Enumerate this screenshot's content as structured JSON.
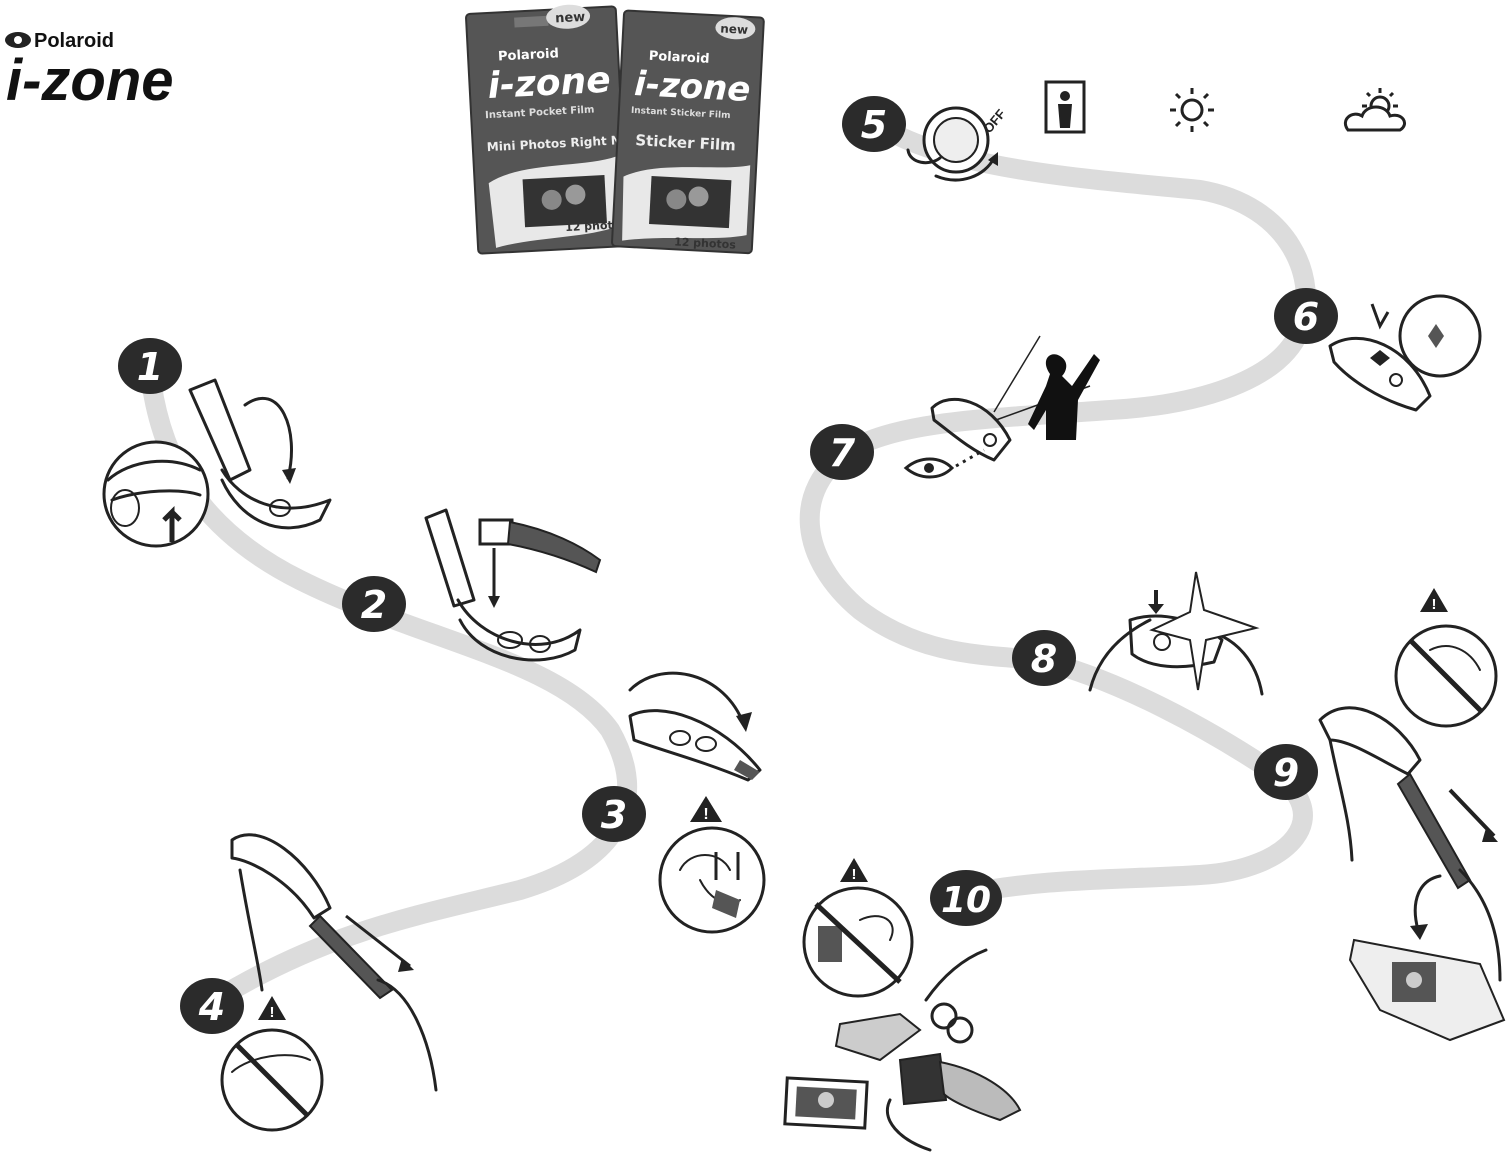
{
  "logo": {
    "brand": "Polaroid",
    "product": "i-zone"
  },
  "film_packs": [
    {
      "brand": "Polaroid",
      "product": "i-zone",
      "flag": "new",
      "line": "Instant Pocket Film",
      "title": "Mini Photos Right Now",
      "count": "12 photos"
    },
    {
      "brand": "Polaroid",
      "product": "i-zone",
      "flag": "new",
      "line": "Instant Sticker Film",
      "title": "Sticker Film",
      "count": "12 photos"
    }
  ],
  "steps": [
    "1",
    "2",
    "3",
    "4",
    "5",
    "6",
    "7",
    "8",
    "9",
    "10"
  ],
  "mode_dial": {
    "off_label": "OFF"
  },
  "mode_icons": [
    "person-mode-icon",
    "sun-icon",
    "sun-cloud-icon"
  ],
  "colors": {
    "path": "#dcdcdc",
    "badge": "#2b2b2b",
    "ink": "#222222",
    "film": "#555555"
  }
}
